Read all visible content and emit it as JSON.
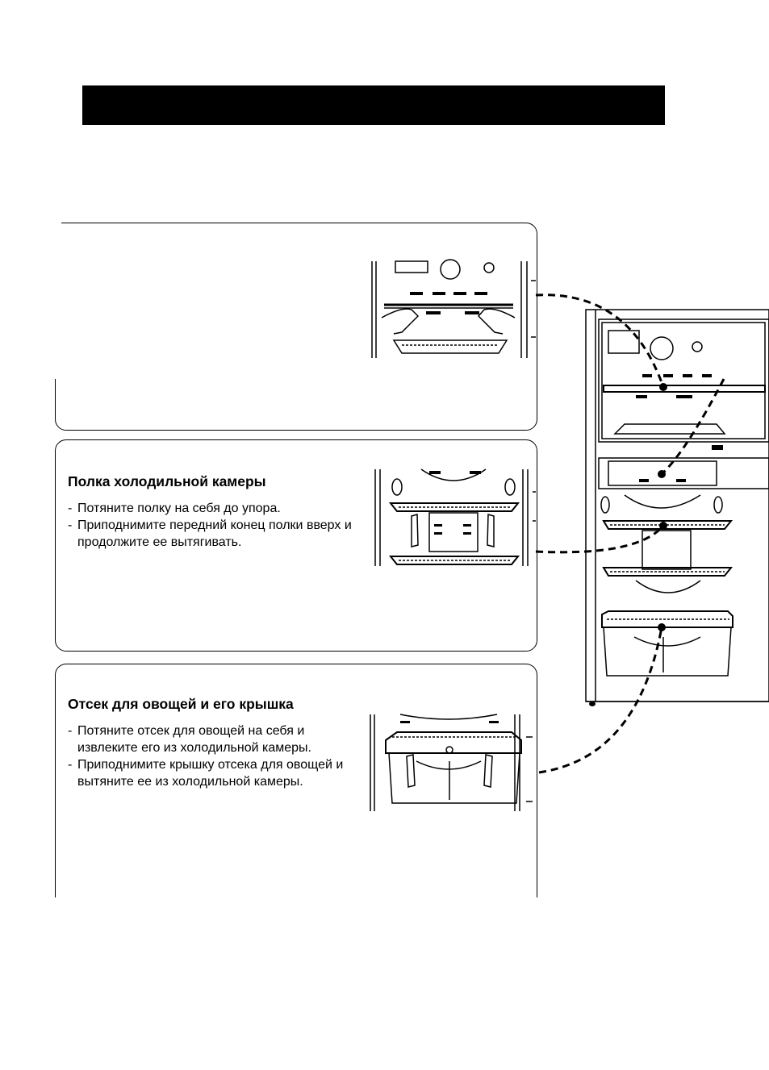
{
  "header": {
    "title": ""
  },
  "sections": [
    {
      "title": "",
      "steps": []
    },
    {
      "title": "Полка холодильной камеры",
      "steps": [
        "Потяните полку на себя до упора.",
        "Приподнимите передний конец полки вверх и продолжите ее вытягивать."
      ]
    },
    {
      "title": "Отсек для овощей и его крышка",
      "steps": [
        "Потяните отсек для овощей на себя и извлеките его из холодильной камеры.",
        "Приподнимите крышку отсека для овощей и вытяните ее из холодильной камеры."
      ]
    }
  ],
  "step_marker": "-",
  "icons": [
    "shelf-removal-illustration",
    "crisper-removal-illustration",
    "refrigerator-illustration"
  ],
  "colors": {
    "header_bar": "#000000",
    "line": "#000000",
    "background": "#ffffff"
  }
}
